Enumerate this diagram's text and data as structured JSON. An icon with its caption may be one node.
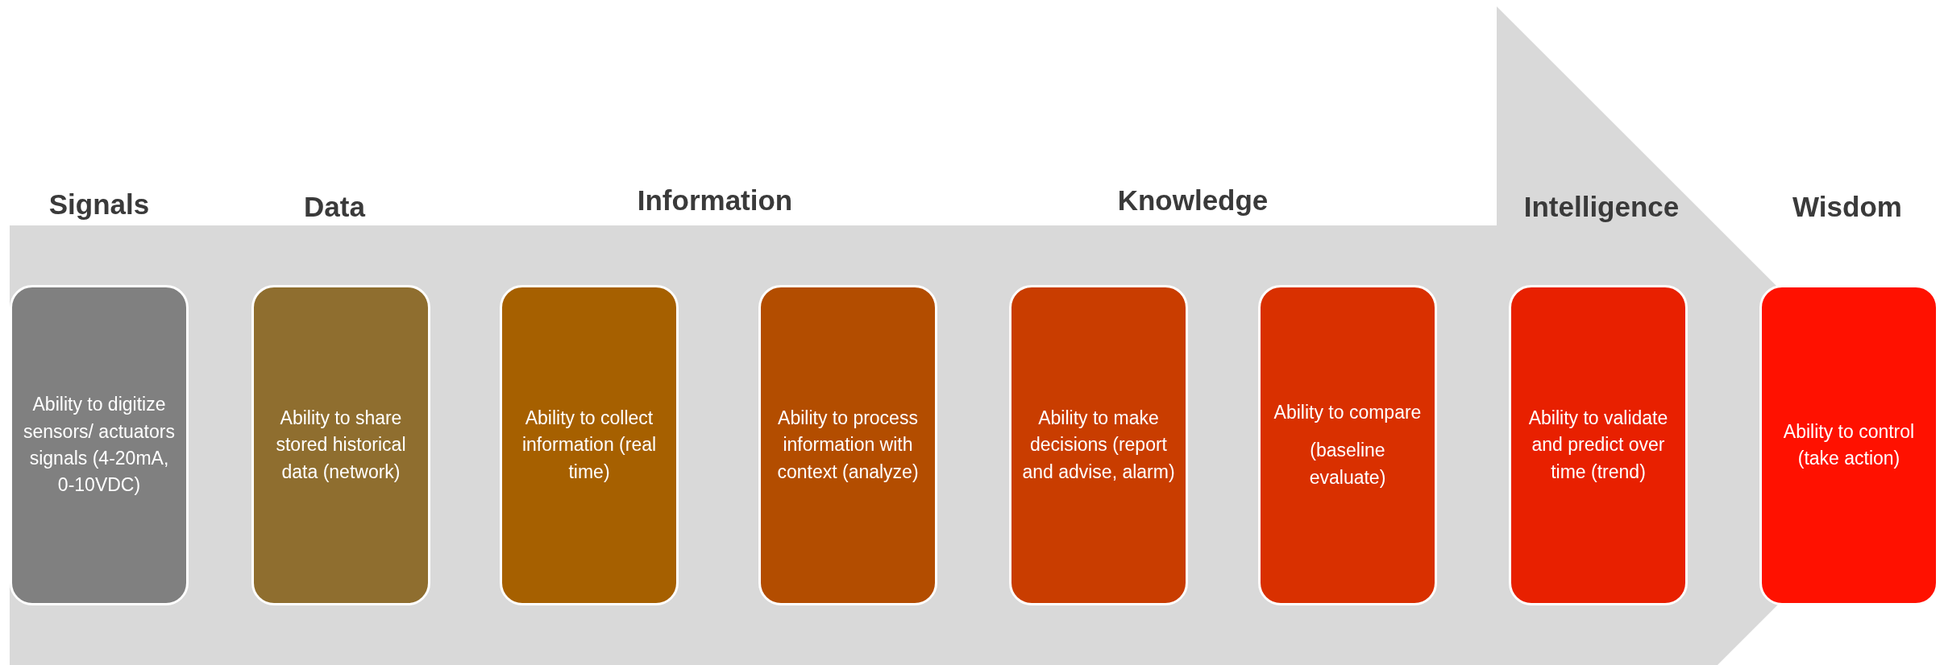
{
  "diagram": {
    "nodes": [
      {
        "text": [
          "Ability to digitize sensors/ actuators signals (4-20mA, 0-10VDC)"
        ]
      },
      {
        "text": [
          "Ability to share stored historical data (network)"
        ]
      },
      {
        "text": [
          "Ability to collect information (real time)"
        ]
      },
      {
        "text": [
          "Ability to process information with context (analyze)"
        ]
      },
      {
        "text": [
          "Ability to make decisions (report and advise, alarm)"
        ]
      },
      {
        "text": [
          "Ability to compare",
          "(baseline evaluate)"
        ]
      },
      {
        "text": [
          "Ability to validate and predict over time (trend)"
        ]
      },
      {
        "text": [
          "Ability to control (take action)"
        ]
      }
    ],
    "edges": [],
    "labels": [
      "Signals",
      "Data",
      "Information",
      "Knowledge",
      "Intelligence",
      "Wisdom"
    ]
  }
}
